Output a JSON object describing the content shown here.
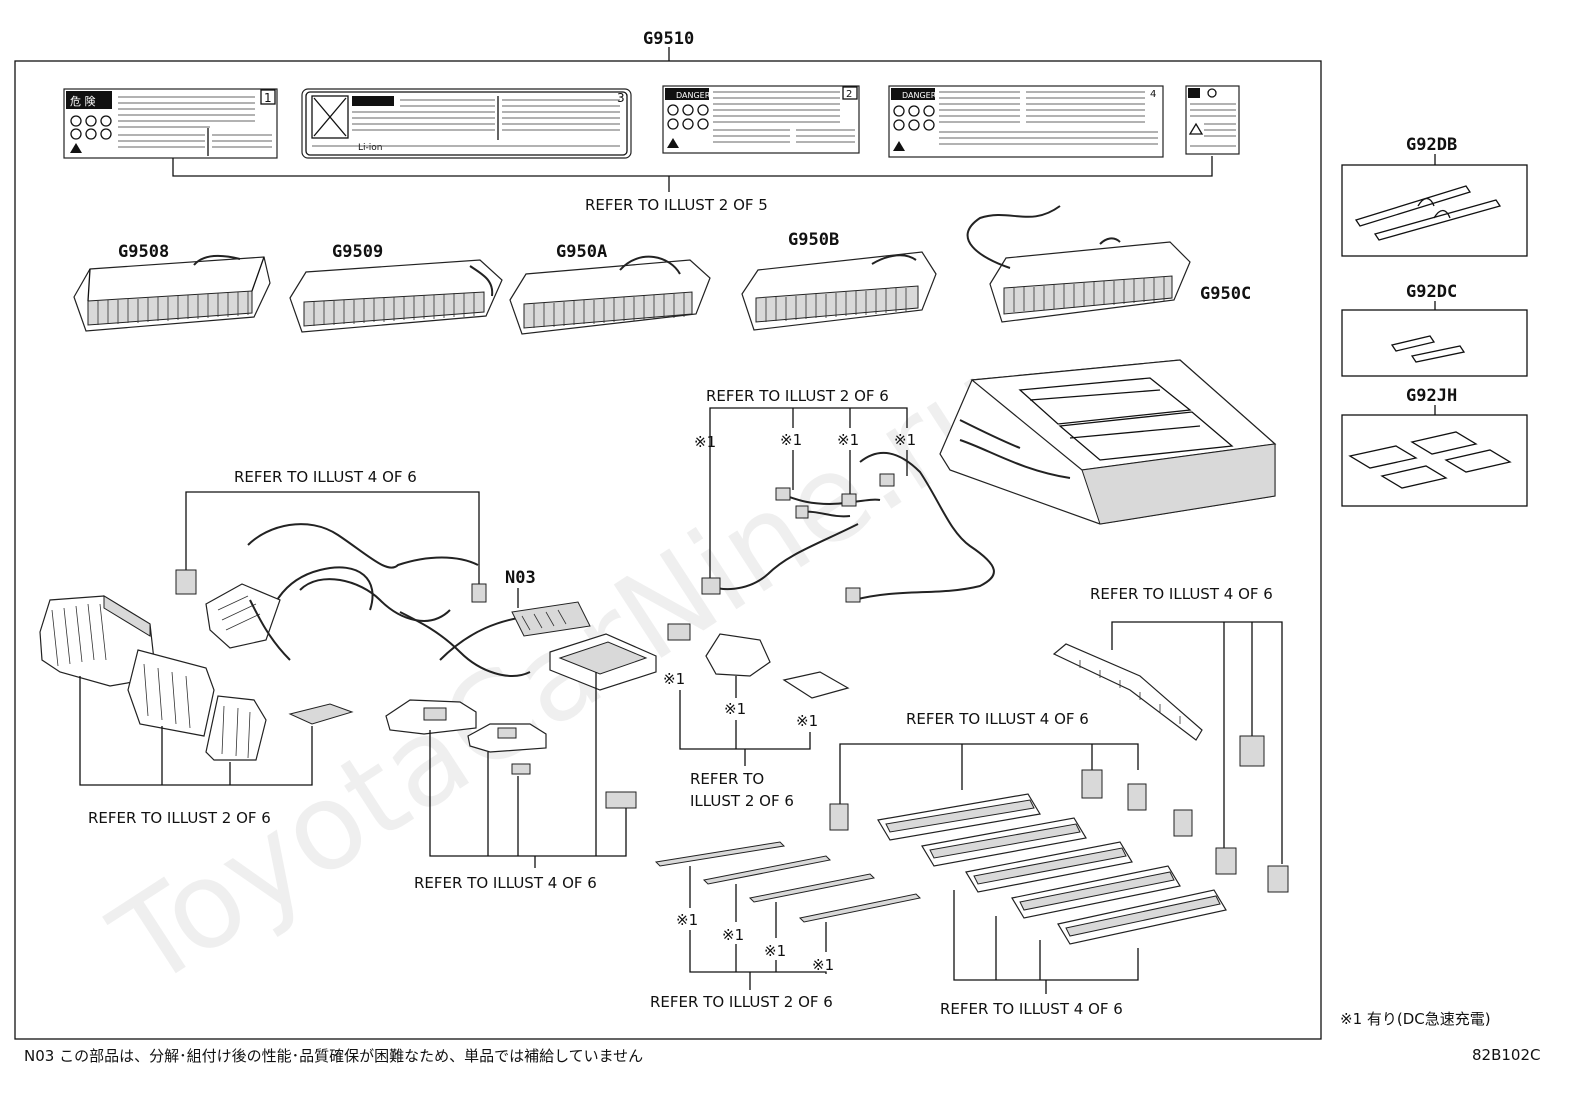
{
  "codes": {
    "main": "G9510",
    "module_1": "G9508",
    "module_2": "G9509",
    "module_3": "G950A",
    "module_4": "G950B",
    "module_5": "G950C",
    "side_1": "G92DB",
    "side_2": "G92DC",
    "side_3": "G92JH",
    "harness": "N03"
  },
  "refs": {
    "labels": "REFER TO ILLUST 2 OF 5",
    "wires_top": "REFER TO ILLUST 2 OF 6",
    "harness_top": "REFER TO ILLUST 4 OF 6",
    "covers_bottom": "REFER TO ILLUST 2 OF 6",
    "brackets_bottom": "REFER TO ILLUST 4 OF 6",
    "sensors_line1": "REFER TO",
    "sensors_line2": "ILLUST 2 OF 6",
    "bars_bottom": "REFER TO ILLUST 2 OF 6",
    "ducts_top": "REFER TO ILLUST 4 OF 6",
    "ducts_bottom": "REFER TO ILLUST 4 OF 6",
    "right_top": "REFER TO ILLUST 4 OF 6"
  },
  "marker": "※1",
  "label_numbers": [
    "1",
    "3",
    "2",
    "4"
  ],
  "label_title_jp": "危 険",
  "label_title_en": "DANGER",
  "label_title_li": "Li-ion",
  "footnote_marker": "※1 有り(DC急速充電)",
  "footer_note": "N03 この部品は、分解･組付け後の性能･品質確保が困難なため、単品では補給していません",
  "diagram_id": "82B102C",
  "watermark": "ToyotaCarNine.ru"
}
